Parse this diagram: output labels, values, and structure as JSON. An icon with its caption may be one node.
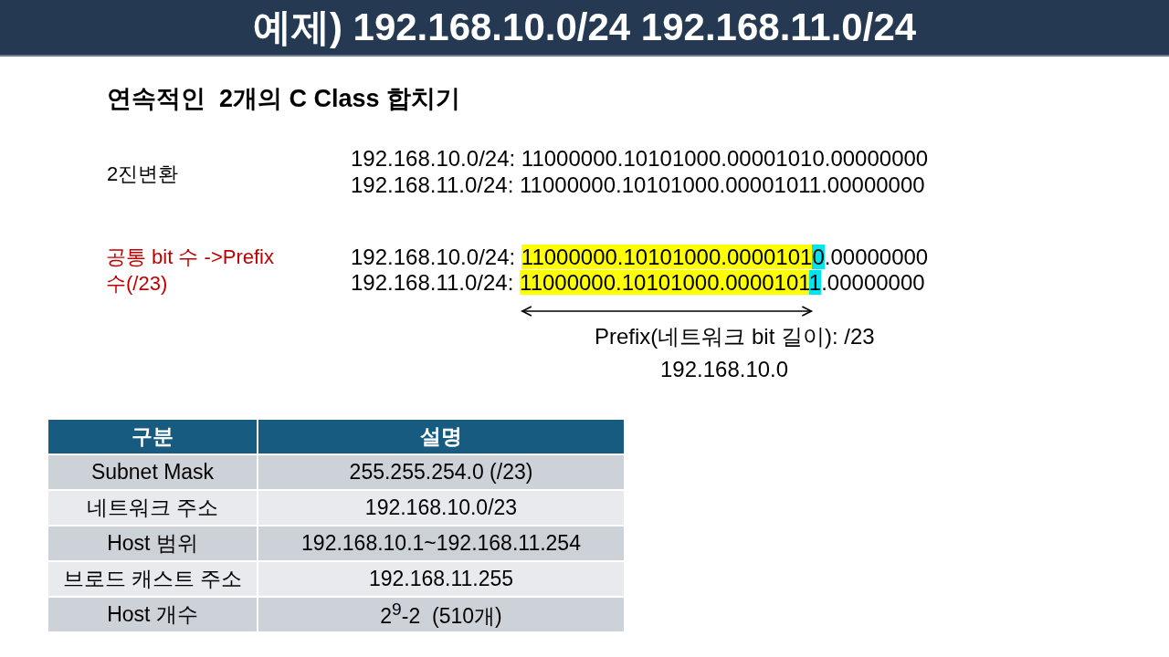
{
  "diagram": {
    "title": "예제) 192.168.10.0/24 192.168.11.0/24",
    "labels": [
      "연속적인  2개의 C Class 합치기",
      "2진변환",
      "192.168.10.0/24: 11000000.10101000.00001010.00000000",
      "192.168.11.0/24: 11000000.10101000.00001011.00000000",
      "공통 bit 수 ->Prefix수(/23)",
      "192.168.10.0/24:",
      "11000000.10101000.0000101",
      "0",
      ".00000000",
      "192.168.11.0/24:",
      "11000000.10101000.0000101",
      "1",
      ".00000000",
      "Prefix(네트워크 bit 길이): /23",
      "192.168.10.0",
      "구분",
      "설명",
      "Subnet Mask",
      "255.255.254.0 (/23)",
      "네트워크 주소",
      "192.168.10.0/23",
      "Host 범위",
      "192.168.10.1~192.168.11.254",
      "브로드 캐스트 주소",
      "192.168.11.255",
      "Host 개수",
      "2$^{9}$-2  (510개)"
    ]
  }
}
